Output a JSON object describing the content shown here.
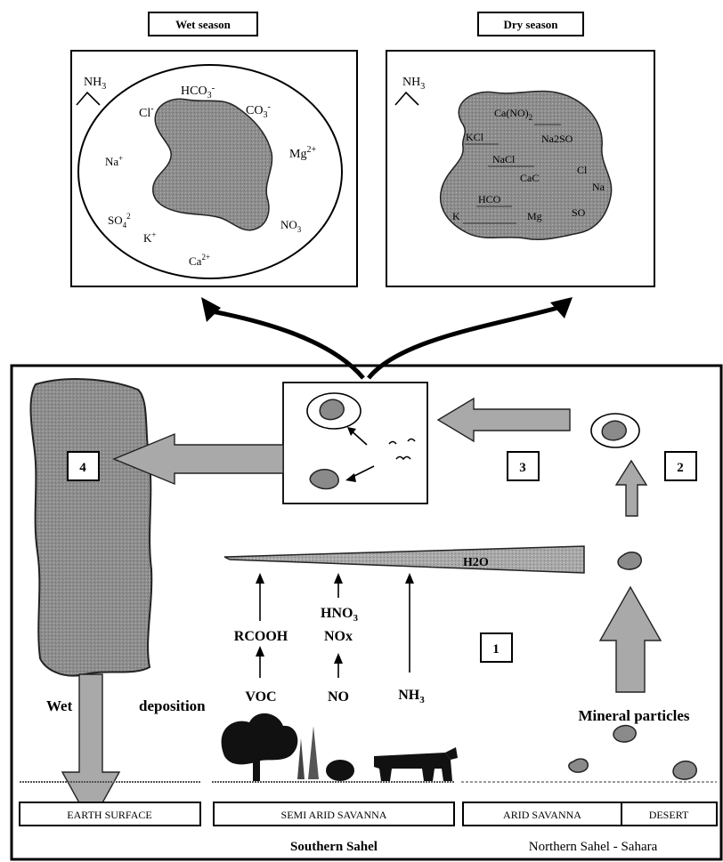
{
  "seasons": {
    "wet": {
      "title": "Wet season",
      "ions": {
        "nh3": "NH",
        "nh3_sub": "3",
        "hco3": "HCO",
        "hco3_sub": "3",
        "hco3_sup": "-",
        "cl": "Cl",
        "cl_sup": "-",
        "co3": "CO",
        "co3_sub": "3",
        "co3_sup": "-",
        "na": "Na",
        "na_sup": "+",
        "mg": "Mg",
        "mg_sup": "2+",
        "so4": "SO",
        "so4_sub": "4",
        "so4_sup": "2",
        "no3": "NO",
        "no3_sub": "3",
        "k": "K",
        "k_sup": "+",
        "ca": "Ca",
        "ca_sup": "2+"
      }
    },
    "dry": {
      "title": "Dry season",
      "ions": {
        "nh3": "NH",
        "nh3_sub": "3",
        "ca_no3": "Ca(NO)",
        "ca_no3_sub": "2",
        "kcl": "KCl",
        "na2so4": "Na2SO",
        "nacl": "NaCl",
        "caco": "CaC",
        "cl": "Cl",
        "na": "Na",
        "hco3": "HCO",
        "k": "K",
        "mg": "Mg",
        "so4": "SO"
      }
    }
  },
  "boxes": {
    "b1": "1",
    "b2": "2",
    "b3": "3",
    "b4": "4"
  },
  "processes": {
    "h2o": "H2O",
    "hno3": "HNO",
    "hno3_sub": "3",
    "nox": "NOx",
    "rcooh": "RCOOH",
    "voc": "VOC",
    "no": "NO",
    "nh3": "NH",
    "nh3_sub": "3",
    "wet": "Wet",
    "deposition": "deposition",
    "mineral": "Mineral particles"
  },
  "ground": {
    "earth": "EARTH SURFACE",
    "semi_arid": "SEMI ARID  SAVANNA",
    "arid": "ARID SAVANNA",
    "desert": "DESERT",
    "southern": "Southern Sahel",
    "northern": "Northern Sahel - Sahara"
  }
}
